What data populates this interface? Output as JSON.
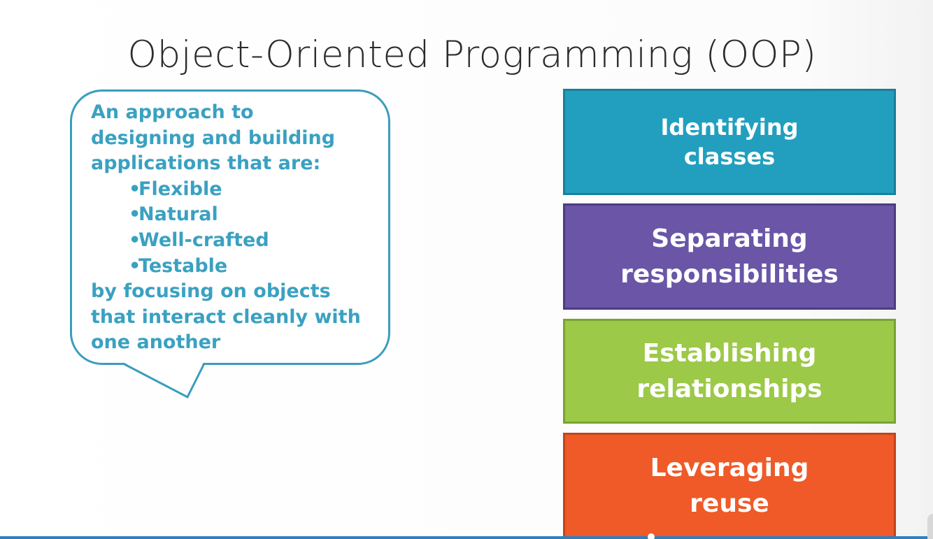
{
  "slide": {
    "title": "Object-Oriented Programming (OOP)",
    "bubble": {
      "intro_lines": [
        "An approach to",
        "designing and building",
        "applications that are:"
      ],
      "bullets": [
        "Flexible",
        "Natural",
        "Well-crafted",
        "Testable"
      ],
      "bullet_glyph": "•",
      "outro_lines": [
        "by focusing on objects",
        "that interact cleanly with",
        "one another"
      ],
      "accent_color": "#3aa1c1"
    },
    "boxes": [
      {
        "lines": [
          "Identifying",
          "classes"
        ],
        "color": "#229fbf"
      },
      {
        "lines": [
          "Separating",
          "responsibilities"
        ],
        "color": "#6a55a7"
      },
      {
        "lines": [
          "Establishing",
          "relationships"
        ],
        "color": "#9cc947"
      },
      {
        "lines": [
          "Leveraging",
          "reuse"
        ],
        "color": "#ef5a28"
      }
    ]
  }
}
